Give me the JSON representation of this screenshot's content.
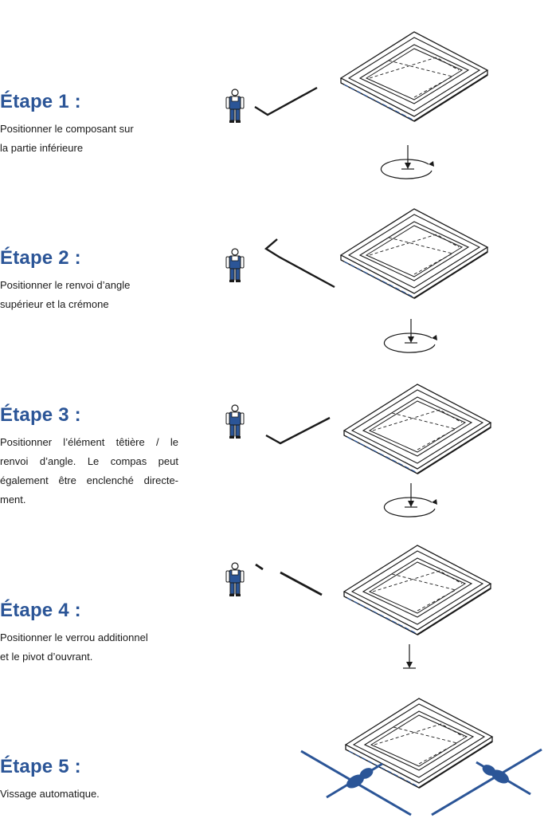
{
  "steps": [
    {
      "title": "Étape 1 :",
      "lines": [
        "Positionner le composant sur",
        "la partie inférieure"
      ]
    },
    {
      "title": "Étape 2 :",
      "lines": [
        "Positionner le renvoi d’angle",
        "supérieur et la crémone"
      ]
    },
    {
      "title": "Étape 3 :",
      "lines": [
        "Positionner l’élément têtière / le",
        "renvoi d’angle. Le compas peut",
        "également être enclenché directe-",
        "ment."
      ]
    },
    {
      "title": "Étape 4 :",
      "lines": [
        "Positionner le verrou additionnel",
        "et le pivot d’ouvrant."
      ]
    },
    {
      "title": "Étape 5 :",
      "lines": [
        "Vissage automatique."
      ]
    }
  ],
  "colors": {
    "accent": "#2b5597",
    "line": "#1a1a1a"
  },
  "icons": [
    "worker-icon",
    "window-frame-icon",
    "rotate-arrow-icon",
    "down-arrow-icon",
    "screwdriver-icon"
  ]
}
